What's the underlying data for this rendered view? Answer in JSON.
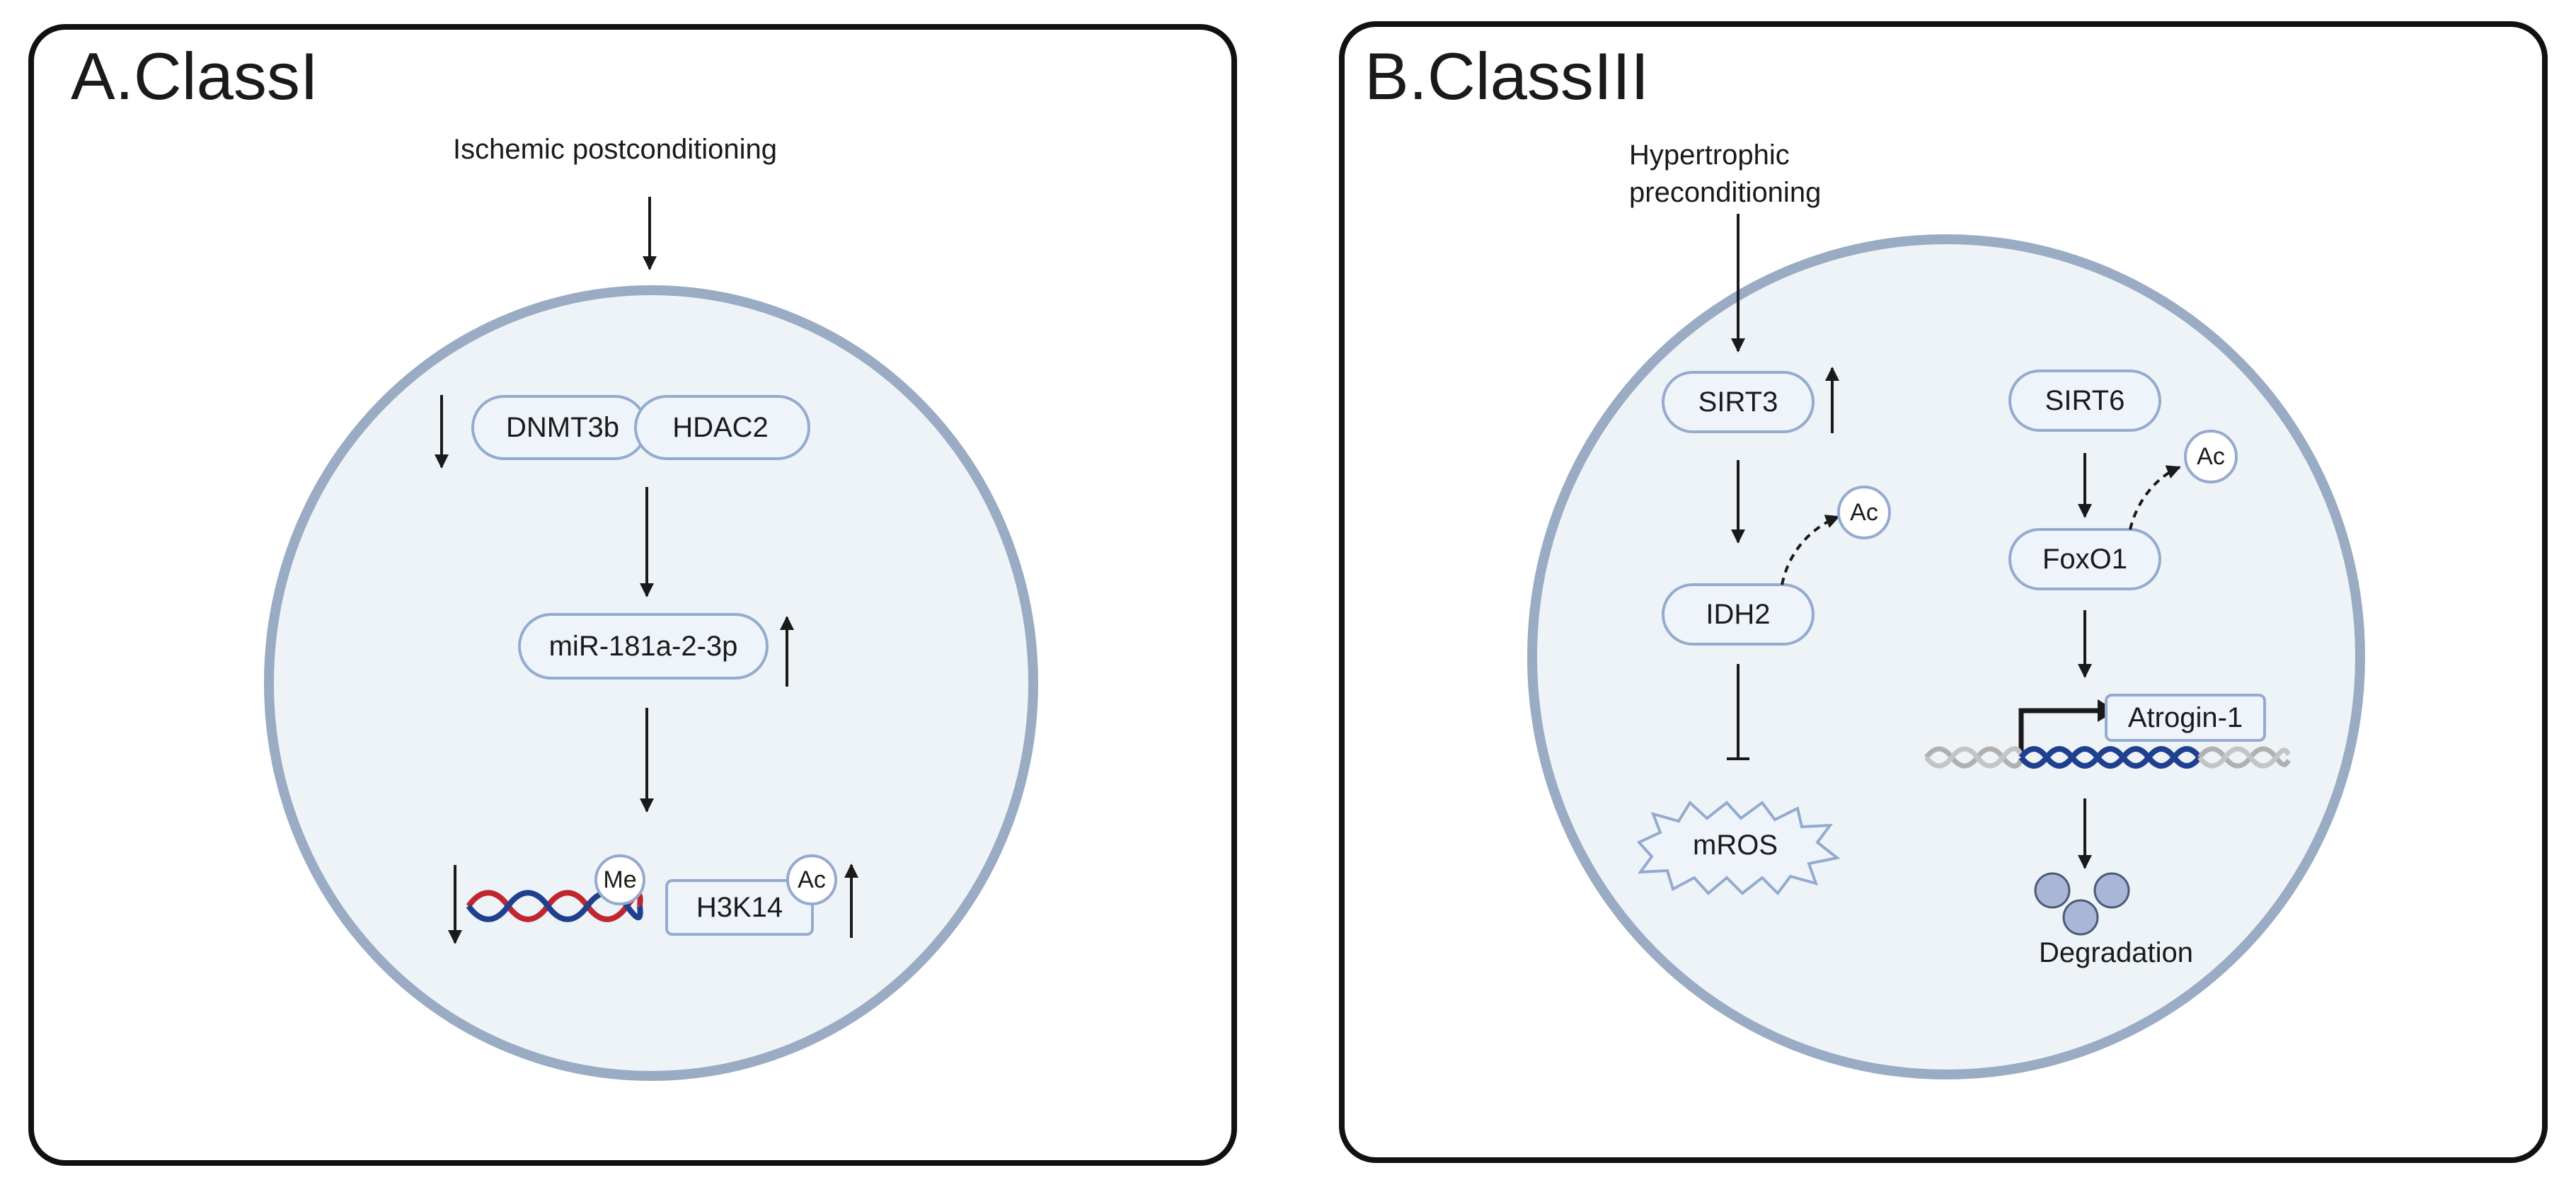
{
  "panels": [
    {
      "title": "A.ClassI",
      "stimulus": "Ischemic postconditioning",
      "nodes": {
        "dnmt3b": "DNMT3b",
        "hdac2": "HDAC2",
        "mirna": "miR-181a-2-3p",
        "h3k14": "H3K14",
        "me": "Me",
        "ac": "Ac"
      }
    },
    {
      "title": "B.ClassIII",
      "stimulus_line1": "Hypertrophic",
      "stimulus_line2": "preconditioning",
      "nodes": {
        "sirt3": "SIRT3",
        "idh2": "IDH2",
        "ac1": "Ac",
        "mros": "mROS",
        "sirt6": "SIRT6",
        "foxo1": "FoxO1",
        "ac2": "Ac",
        "atrogin": "Atrogin-1",
        "degradation": "Degradation"
      }
    }
  ],
  "colors": {
    "cell_fill": "#eef3f8",
    "cell_stroke": "#9aabc4",
    "node_stroke": "#94abcf",
    "dna_blue": "#1f3f8f",
    "dna_red": "#c0262d",
    "dna_grey": "#b0b0b0",
    "proteasome": "#a9b6d6"
  },
  "icons": [
    "arrow-down-icon",
    "arrow-up-icon",
    "dna-icon",
    "inhibition-icon",
    "ros-burst-icon",
    "promoter-arrow-icon",
    "proteasome-icon"
  ]
}
